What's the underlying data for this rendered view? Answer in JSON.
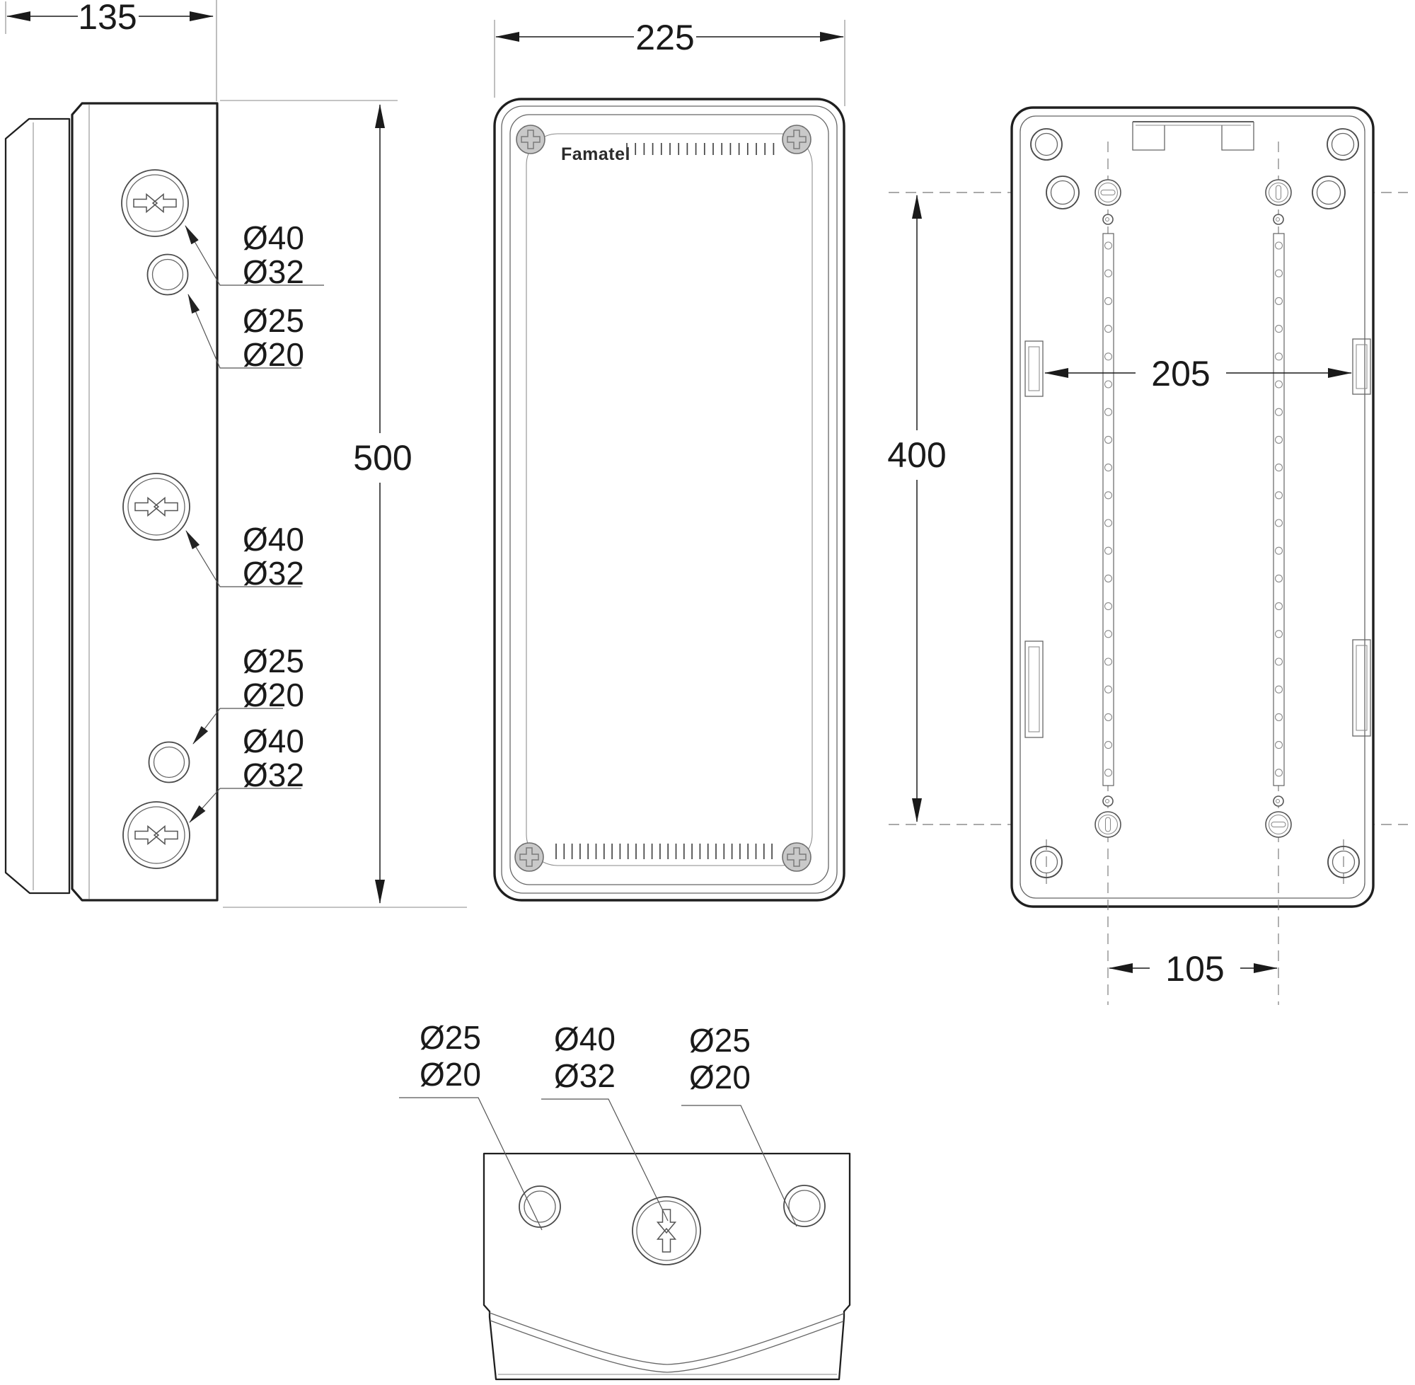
{
  "brand": "Famatel",
  "dims": {
    "depth": "135",
    "width": "225",
    "height": "500",
    "back_height": "400",
    "back_width": "205",
    "back_bottom_width": "105"
  },
  "side_labels": [
    {
      "a": "Ø40",
      "b": "Ø32"
    },
    {
      "a": "Ø25",
      "b": "Ø20"
    },
    {
      "a": "Ø40",
      "b": "Ø32"
    },
    {
      "a": "Ø25",
      "b": "Ø20"
    },
    {
      "a": "Ø40",
      "b": "Ø32"
    }
  ],
  "bottom_labels": [
    {
      "a": "Ø25",
      "b": "Ø20"
    },
    {
      "a": "Ø40",
      "b": "Ø32"
    },
    {
      "a": "Ø25",
      "b": "Ø20"
    }
  ],
  "colors": {
    "line": "#1f1f1f",
    "screw": "#c9c9c9"
  }
}
